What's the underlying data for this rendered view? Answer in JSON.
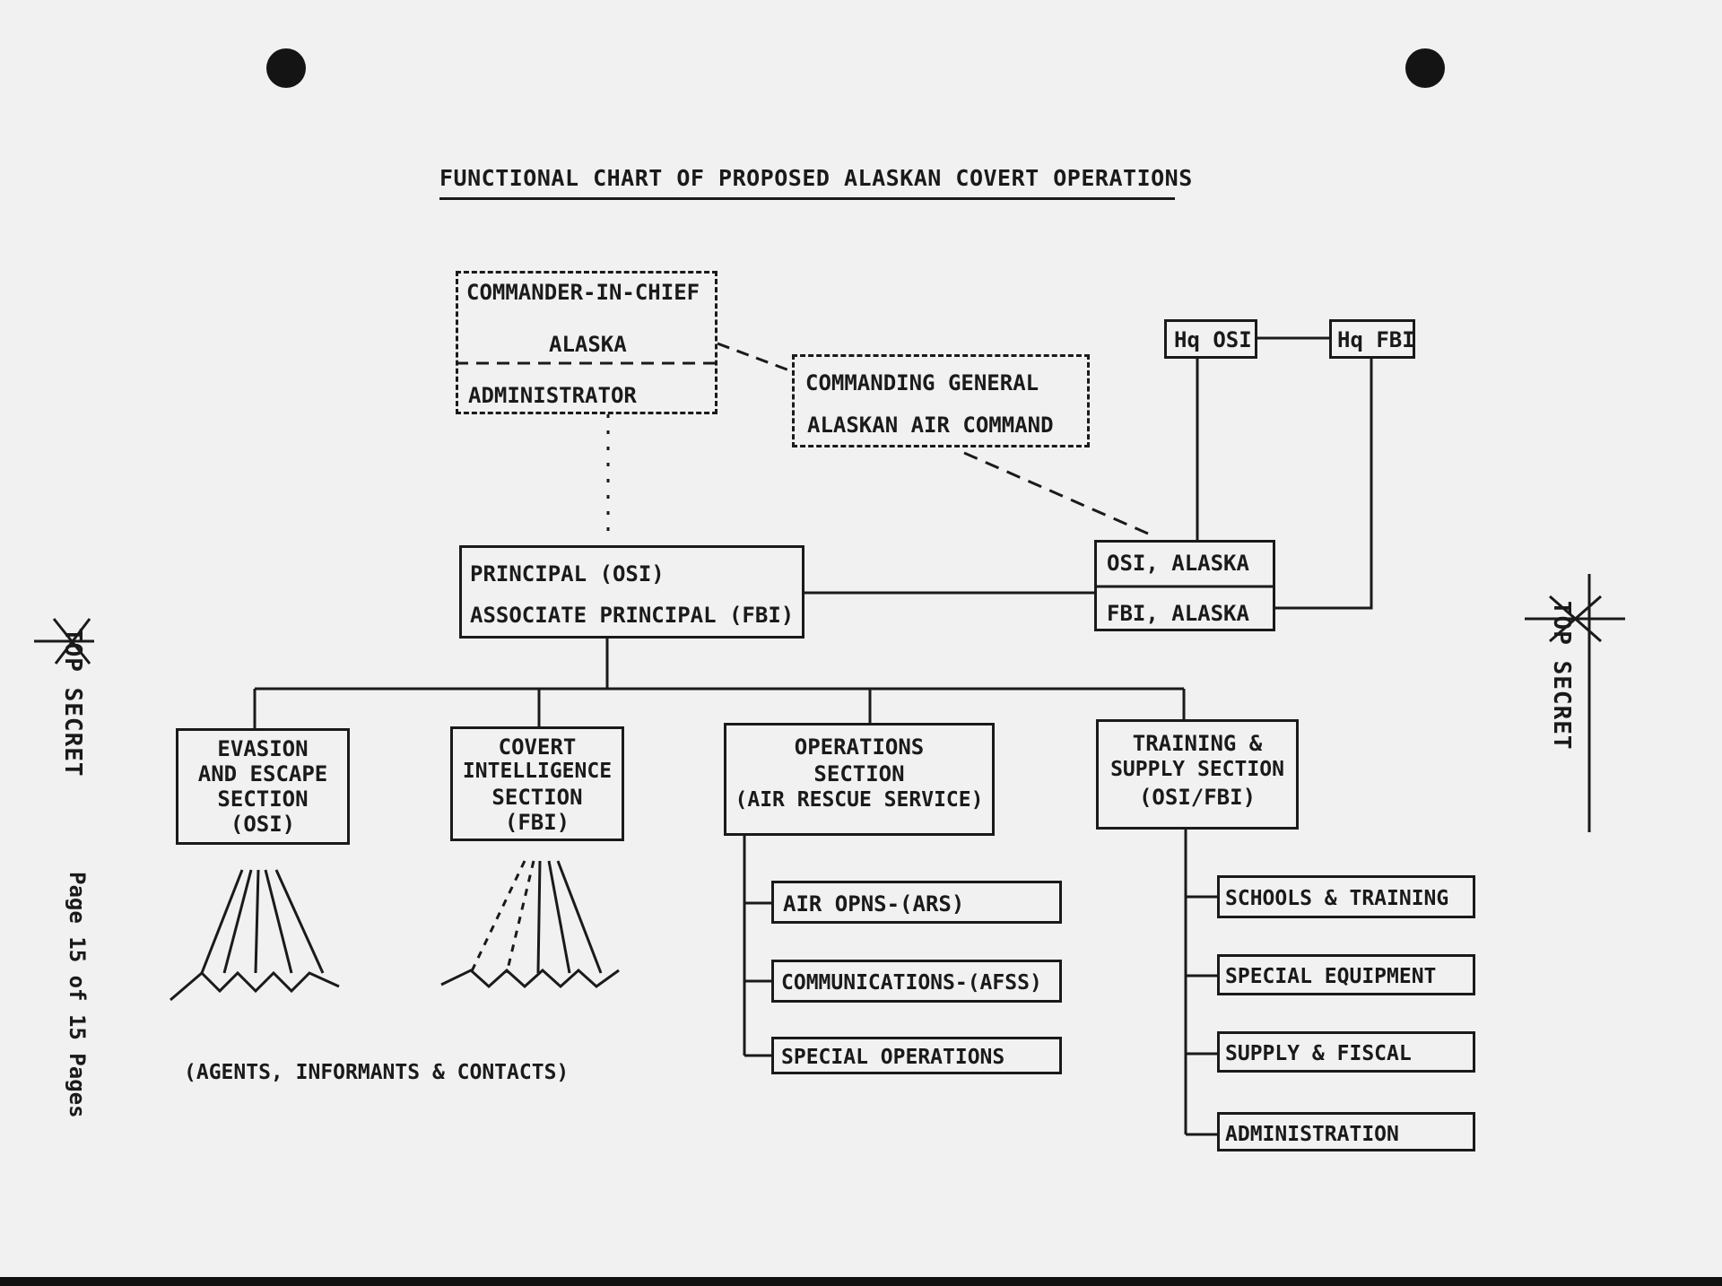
{
  "title": "FUNCTIONAL CHART OF PROPOSED ALASKAN COVERT OPERATIONS",
  "nodes": {
    "cinc": {
      "line1": "COMMANDER-IN-CHIEF",
      "line2": "ALASKA"
    },
    "admin": {
      "label": "ADMINISTRATOR"
    },
    "cg": {
      "line1": "COMMANDING GENERAL",
      "line2": "ALASKAN AIR COMMAND"
    },
    "hq_osi": {
      "label": "Hq OSI"
    },
    "hq_fbi": {
      "label": "Hq FBI"
    },
    "principal": {
      "line1": "PRINCIPAL (OSI)",
      "line2": "ASSOCIATE PRINCIPAL (FBI)"
    },
    "osi_alaska": {
      "label": "OSI, ALASKA"
    },
    "fbi_alaska": {
      "label": "FBI, ALASKA"
    },
    "evasion": {
      "line1": "EVASION",
      "line2": "AND ESCAPE",
      "line3": "SECTION",
      "line4": "(OSI)"
    },
    "covert": {
      "line1": "COVERT",
      "line2": "INTELLIGENCE",
      "line3": "SECTION",
      "line4": "(FBI)"
    },
    "operations": {
      "line1": "OPERATIONS",
      "line2": "SECTION",
      "line3": "(AIR RESCUE SERVICE)"
    },
    "training": {
      "line1": "TRAINING &",
      "line2": "SUPPLY SECTION",
      "line3": "(OSI/FBI)"
    }
  },
  "operations_units": [
    "AIR OPNS-(ARS)",
    "COMMUNICATIONS-(AFSS)",
    "SPECIAL OPERATIONS"
  ],
  "training_units": [
    "SCHOOLS & TRAINING",
    "SPECIAL EQUIPMENT",
    "SUPPLY & FISCAL",
    "ADMINISTRATION"
  ],
  "agents_caption": "(AGENTS, INFORMANTS & CONTACTS)",
  "margin_left": {
    "classification": "TOP SECRET",
    "page_label": "Page 15 of 15 Pages"
  },
  "margin_right": {
    "classification": "TOP SECRET"
  }
}
